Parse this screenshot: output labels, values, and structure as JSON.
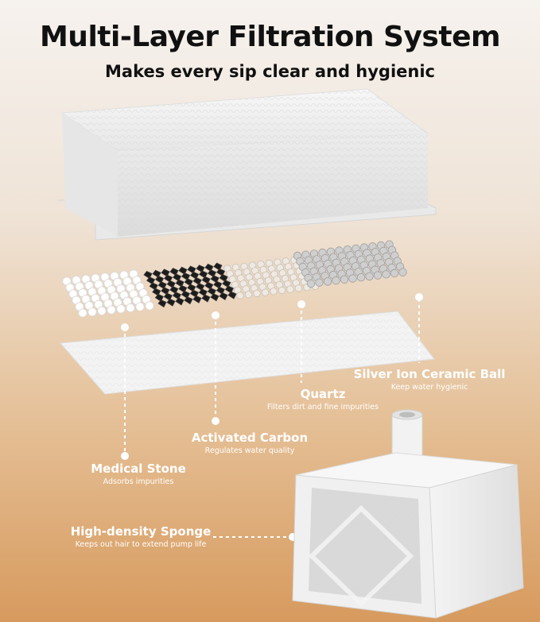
{
  "header": {
    "title": "Multi-Layer Filtration System",
    "subtitle": "Makes every sip clear and hygienic"
  },
  "layers": [
    {
      "name": "Silver Ion Ceramic Ball",
      "desc": "Keep water hygienic"
    },
    {
      "name": "Quartz",
      "desc": "Filters dirt and fine impurities"
    },
    {
      "name": "Activated Carbon",
      "desc": "Regulates water quality"
    },
    {
      "name": "Medical Stone",
      "desc": "Adsorbs impurities"
    },
    {
      "name": "High-density Sponge",
      "desc": "Keeps out hair to extend pump life"
    }
  ],
  "colors": {
    "label_text": "#ffffff",
    "title_text": "#111111",
    "carbon": "#1b1b1b",
    "ceramic": "#c9c9c9",
    "medical_stone": "#ffffff",
    "quartz": "#e7e1d8"
  }
}
